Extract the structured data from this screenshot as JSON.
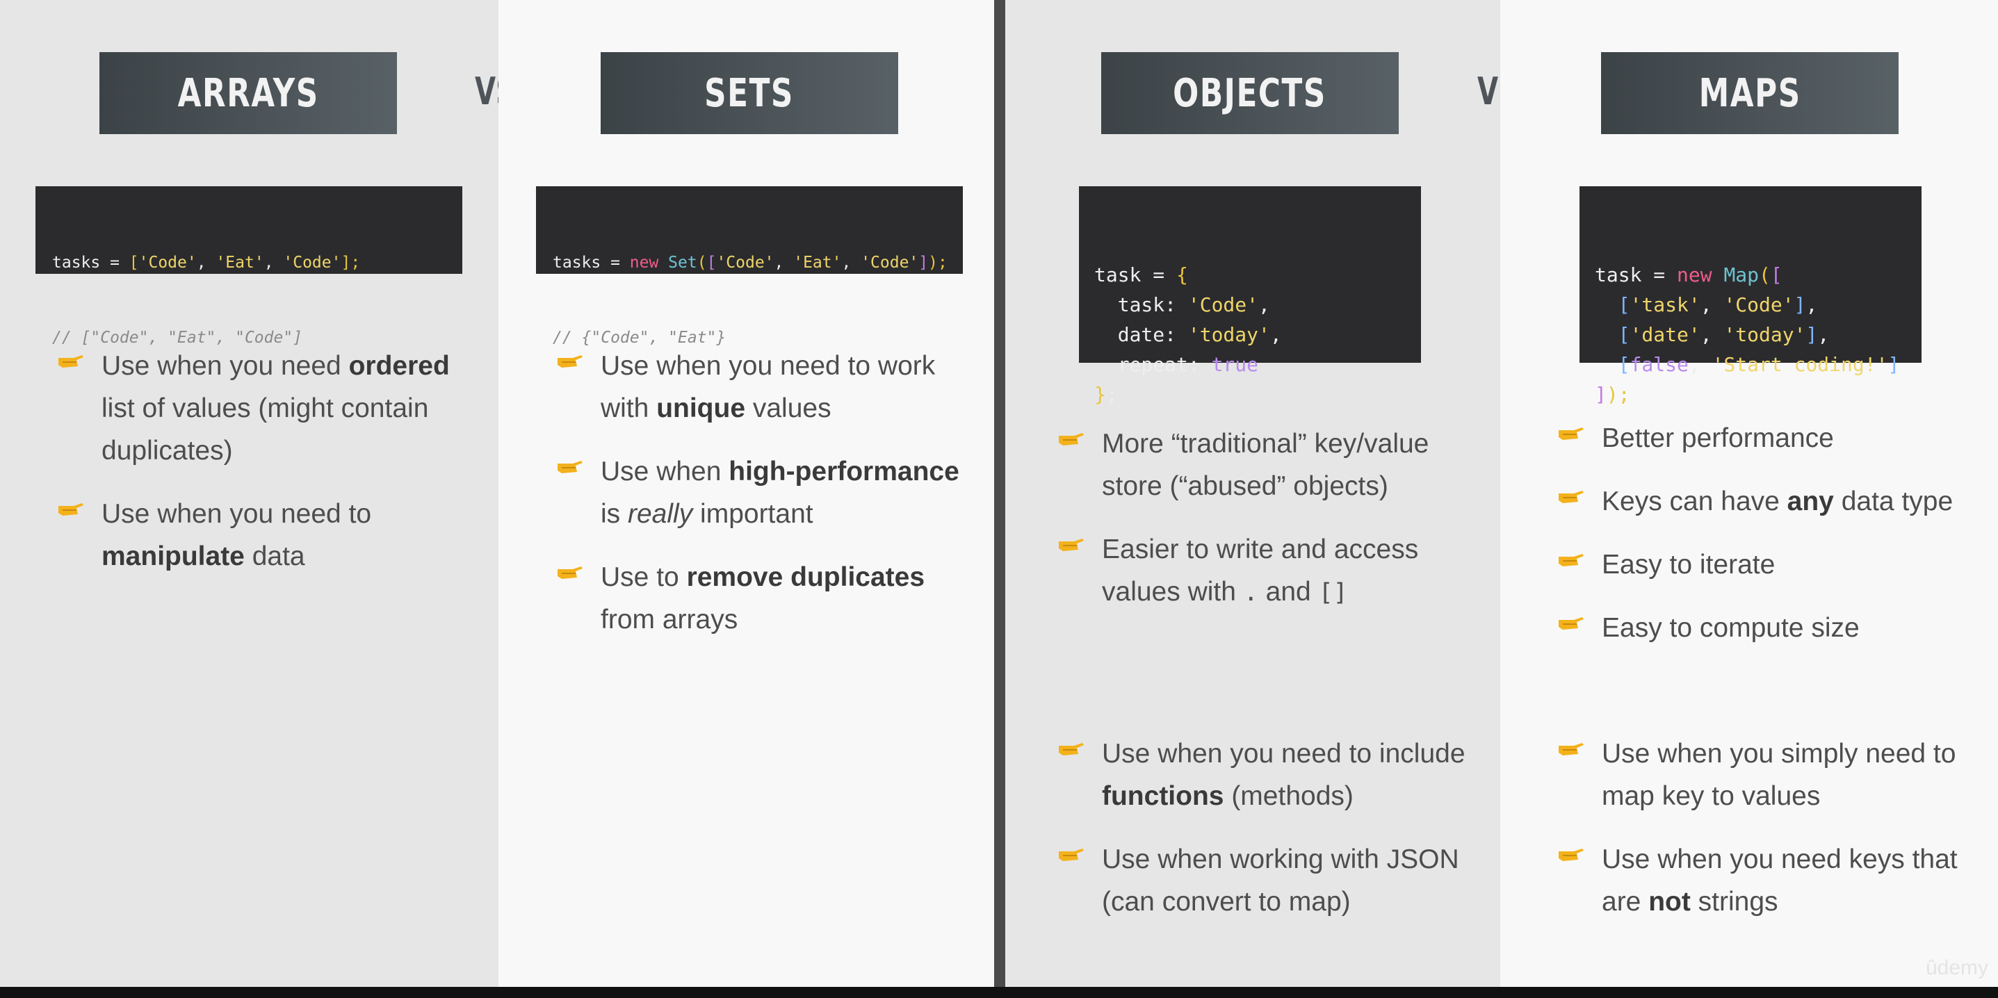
{
  "arrays": {
    "title": "ARRAYS",
    "code_line1": [
      {
        "t": "tasks = ",
        "c": "c-prop"
      },
      {
        "t": "[",
        "c": "c-br"
      },
      {
        "t": "'Code'",
        "c": "c-str"
      },
      {
        "t": ", ",
        "c": "c-prop"
      },
      {
        "t": "'Eat'",
        "c": "c-str"
      },
      {
        "t": ", ",
        "c": "c-prop"
      },
      {
        "t": "'Code'",
        "c": "c-str"
      },
      {
        "t": "];",
        "c": "c-br"
      }
    ],
    "code_comment": "// [\"Code\", \"Eat\", \"Code\"]",
    "bullet1": [
      "Use when you need ",
      "ordered",
      " list of values (might contain duplicates)"
    ],
    "bullet2": [
      "Use when you need to ",
      "manipulate",
      " data"
    ]
  },
  "vs1": "VS.",
  "sets": {
    "title": "SETS",
    "code_line1": [
      {
        "t": "tasks = ",
        "c": "c-prop"
      },
      {
        "t": "new ",
        "c": "c-kw"
      },
      {
        "t": "Set",
        "c": "c-fn"
      },
      {
        "t": "(",
        "c": "c-br"
      },
      {
        "t": "[",
        "c": "c-br2"
      },
      {
        "t": "'Code'",
        "c": "c-str"
      },
      {
        "t": ", ",
        "c": "c-prop"
      },
      {
        "t": "'Eat'",
        "c": "c-str"
      },
      {
        "t": ", ",
        "c": "c-prop"
      },
      {
        "t": "'Code'",
        "c": "c-str"
      },
      {
        "t": "]",
        "c": "c-br2"
      },
      {
        "t": ");",
        "c": "c-br"
      }
    ],
    "code_comment": "// {\"Code\", \"Eat\"}",
    "bullet1": [
      "Use when you need to work with ",
      "unique",
      " values"
    ],
    "bullet2": [
      "Use when ",
      "high-performance",
      " is ",
      "really",
      " important"
    ],
    "bullet3": [
      "Use to ",
      "remove duplicates",
      " from arrays"
    ]
  },
  "objects": {
    "title": "OBJECTS",
    "code_lines": [
      [
        {
          "t": "task = ",
          "c": "c-prop"
        },
        {
          "t": "{",
          "c": "c-br"
        }
      ],
      [
        {
          "t": "  task: ",
          "c": "c-prop"
        },
        {
          "t": "'Code'",
          "c": "c-str"
        },
        {
          "t": ",",
          "c": "c-prop"
        }
      ],
      [
        {
          "t": "  date: ",
          "c": "c-prop"
        },
        {
          "t": "'today'",
          "c": "c-str"
        },
        {
          "t": ",",
          "c": "c-prop"
        }
      ],
      [
        {
          "t": "  repeat: ",
          "c": "c-prop"
        },
        {
          "t": "true",
          "c": "c-bool"
        }
      ],
      [
        {
          "t": "}",
          "c": "c-br"
        },
        {
          "t": ";",
          "c": "c-prop"
        }
      ]
    ],
    "bullet1": "More “traditional” key/value store (“abused” objects)",
    "bullet2": [
      "Easier to write and access values with ",
      ".",
      " and ",
      "[]"
    ],
    "bullet3": [
      "Use when you need to include ",
      "functions",
      " (methods)"
    ],
    "bullet4": "Use when working with JSON (can convert to map)"
  },
  "vs2": "VS.",
  "maps": {
    "title": "MAPS",
    "code_lines": [
      [
        {
          "t": "task = ",
          "c": "c-prop"
        },
        {
          "t": "new ",
          "c": "c-kw"
        },
        {
          "t": "Map",
          "c": "c-fn"
        },
        {
          "t": "(",
          "c": "c-br"
        },
        {
          "t": "[",
          "c": "c-br2"
        }
      ],
      [
        {
          "t": "  ",
          "c": "c-prop"
        },
        {
          "t": "[",
          "c": "c-br3"
        },
        {
          "t": "'task'",
          "c": "c-str"
        },
        {
          "t": ", ",
          "c": "c-prop"
        },
        {
          "t": "'Code'",
          "c": "c-str"
        },
        {
          "t": "]",
          "c": "c-br3"
        },
        {
          "t": ",",
          "c": "c-prop"
        }
      ],
      [
        {
          "t": "  ",
          "c": "c-prop"
        },
        {
          "t": "[",
          "c": "c-br3"
        },
        {
          "t": "'date'",
          "c": "c-str"
        },
        {
          "t": ", ",
          "c": "c-prop"
        },
        {
          "t": "'today'",
          "c": "c-str"
        },
        {
          "t": "]",
          "c": "c-br3"
        },
        {
          "t": ",",
          "c": "c-prop"
        }
      ],
      [
        {
          "t": "  ",
          "c": "c-prop"
        },
        {
          "t": "[",
          "c": "c-br3"
        },
        {
          "t": "false",
          "c": "c-bool"
        },
        {
          "t": ", ",
          "c": "c-prop"
        },
        {
          "t": "'Start coding!'",
          "c": "c-str"
        },
        {
          "t": "]",
          "c": "c-br3"
        }
      ],
      [
        {
          "t": "]",
          "c": "c-br2"
        },
        {
          "t": ");",
          "c": "c-br"
        }
      ]
    ],
    "bullet1": "Better performance",
    "bullet2": [
      "Keys can have ",
      "any",
      " data type"
    ],
    "bullet3": "Easy to iterate",
    "bullet4": "Easy to compute size",
    "bullet5": "Use when you simply need to map key to values",
    "bullet6": [
      "Use when you need keys that are ",
      "not",
      " strings"
    ]
  },
  "watermark": "ûdemy",
  "icons": {
    "bullet": "pointing-hand-icon",
    "hand_color": "#f3b21b"
  }
}
